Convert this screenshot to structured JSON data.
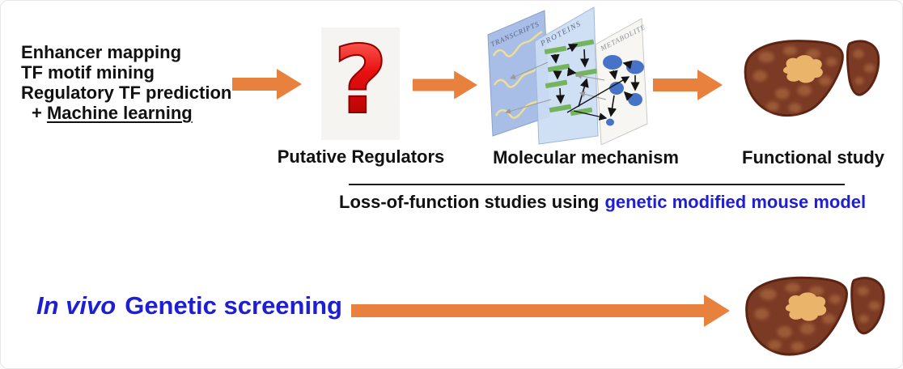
{
  "colors": {
    "arrow_orange": "#E8803E",
    "accent_blue": "#1E1ED2",
    "question_mark_red": "#D40000",
    "liver_brown": "#7B3A24",
    "liver_outline": "#5E2413",
    "liver_spot": "#A2613A",
    "tumor_tan": "#EBB46B",
    "panel_blue": "#A9BEE7",
    "panel_light_blue": "#CBDCF3",
    "panel_white": "#F7F6F2",
    "protein_green": "#74B45F",
    "metabolite_node_blue": "#4673C8"
  },
  "top_flow": {
    "input_lines": [
      "Enhancer mapping",
      "TF motif mining",
      "Regulatory TF prediction"
    ],
    "ml_prefix": "+",
    "ml_text": "Machine learning",
    "question_mark": "?",
    "putative_label": "Putative Regulators",
    "mechanism_label": "Molecular mechanism",
    "panel_labels": [
      "TRANSCRIPTS",
      "PROTEINS",
      "METABOLITE"
    ],
    "functional_label": "Functional study"
  },
  "loss_caption": {
    "black_text": "Loss-of-function studies using",
    "blue_text": "genetic modified mouse model"
  },
  "bottom_flow": {
    "italic_label": "In vivo",
    "label": "Genetic screening"
  }
}
